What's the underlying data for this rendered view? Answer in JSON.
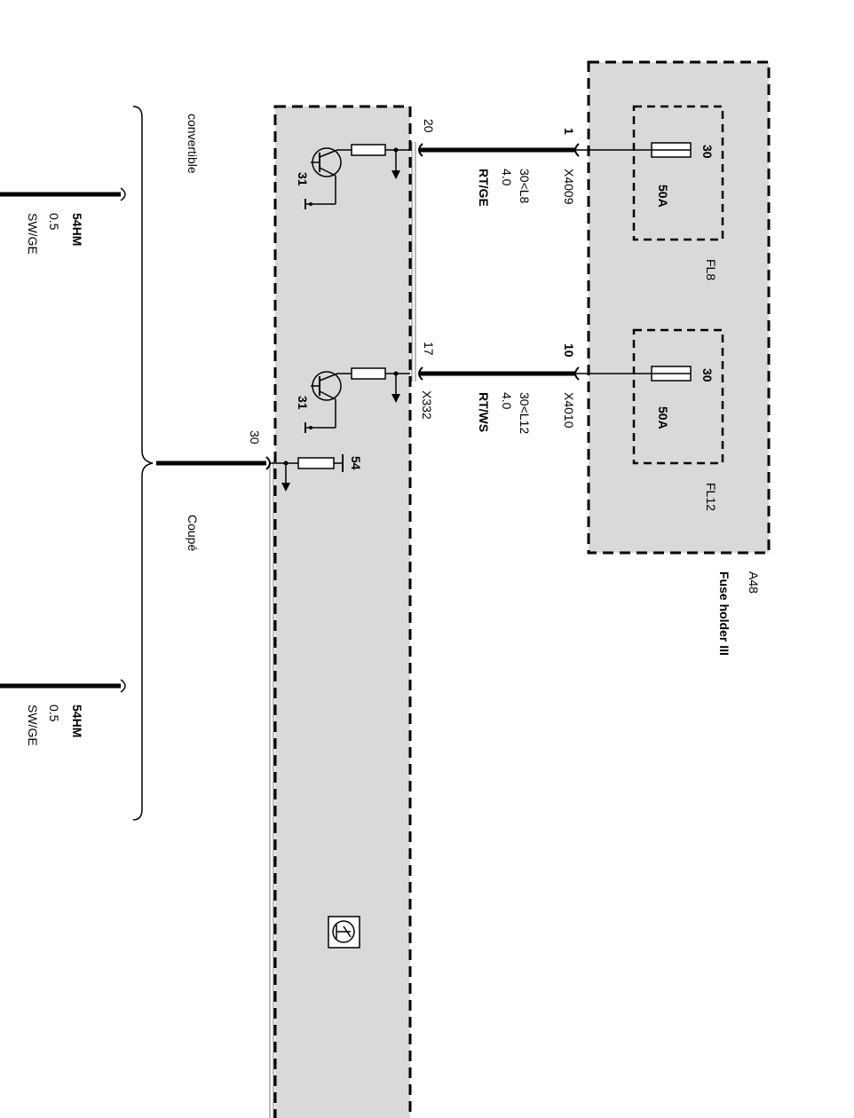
{
  "fuse_holder": {
    "ref": "A48",
    "name": "Fuse holder III",
    "fuses": [
      {
        "ref": "FL8",
        "terminal": "30",
        "rating": "50A",
        "connector": "X4009",
        "pin": "1"
      },
      {
        "ref": "FL12",
        "terminal": "30",
        "rating": "50A",
        "connector": "X4010",
        "pin": "10"
      }
    ]
  },
  "wires": [
    {
      "circuit": "30<L8",
      "gauge": "4.0",
      "color": "RT/GE"
    },
    {
      "circuit": "30<L12",
      "gauge": "4.0",
      "color": "RT/WS"
    }
  ],
  "module": {
    "connector": "X332",
    "pins": [
      "20",
      "17",
      "30"
    ],
    "ground": "31",
    "signal_pin": "54"
  },
  "variants": [
    {
      "name": "convertible",
      "wire_circuit": "54HM",
      "wire_gauge": "0.5",
      "wire_color": "SW/GE"
    },
    {
      "name": "Coupé",
      "wire_circuit": "54HM",
      "wire_gauge": "0.5",
      "wire_color": "SW/GE"
    }
  ],
  "colors": {
    "box_fill": "#d9d9d9",
    "line": "#000000",
    "page": "#ffffff"
  }
}
